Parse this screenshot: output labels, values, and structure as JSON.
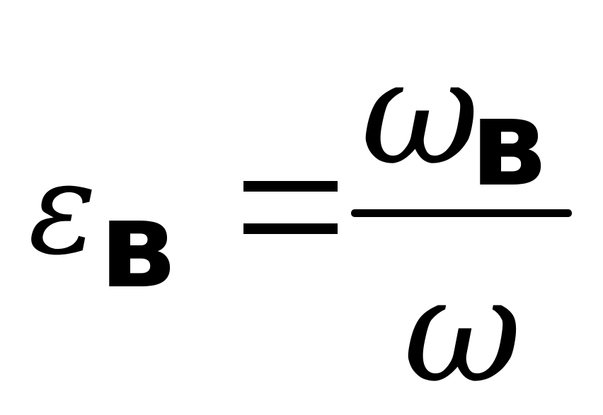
{
  "formula": {
    "lhs": {
      "symbol": "ε",
      "subscript": "в"
    },
    "relation": "=",
    "numerator": {
      "symbol": "ω",
      "subscript": "в"
    },
    "denominator": {
      "symbol": "ω"
    }
  },
  "colors": {
    "ink": "#000000",
    "background": "#ffffff"
  }
}
